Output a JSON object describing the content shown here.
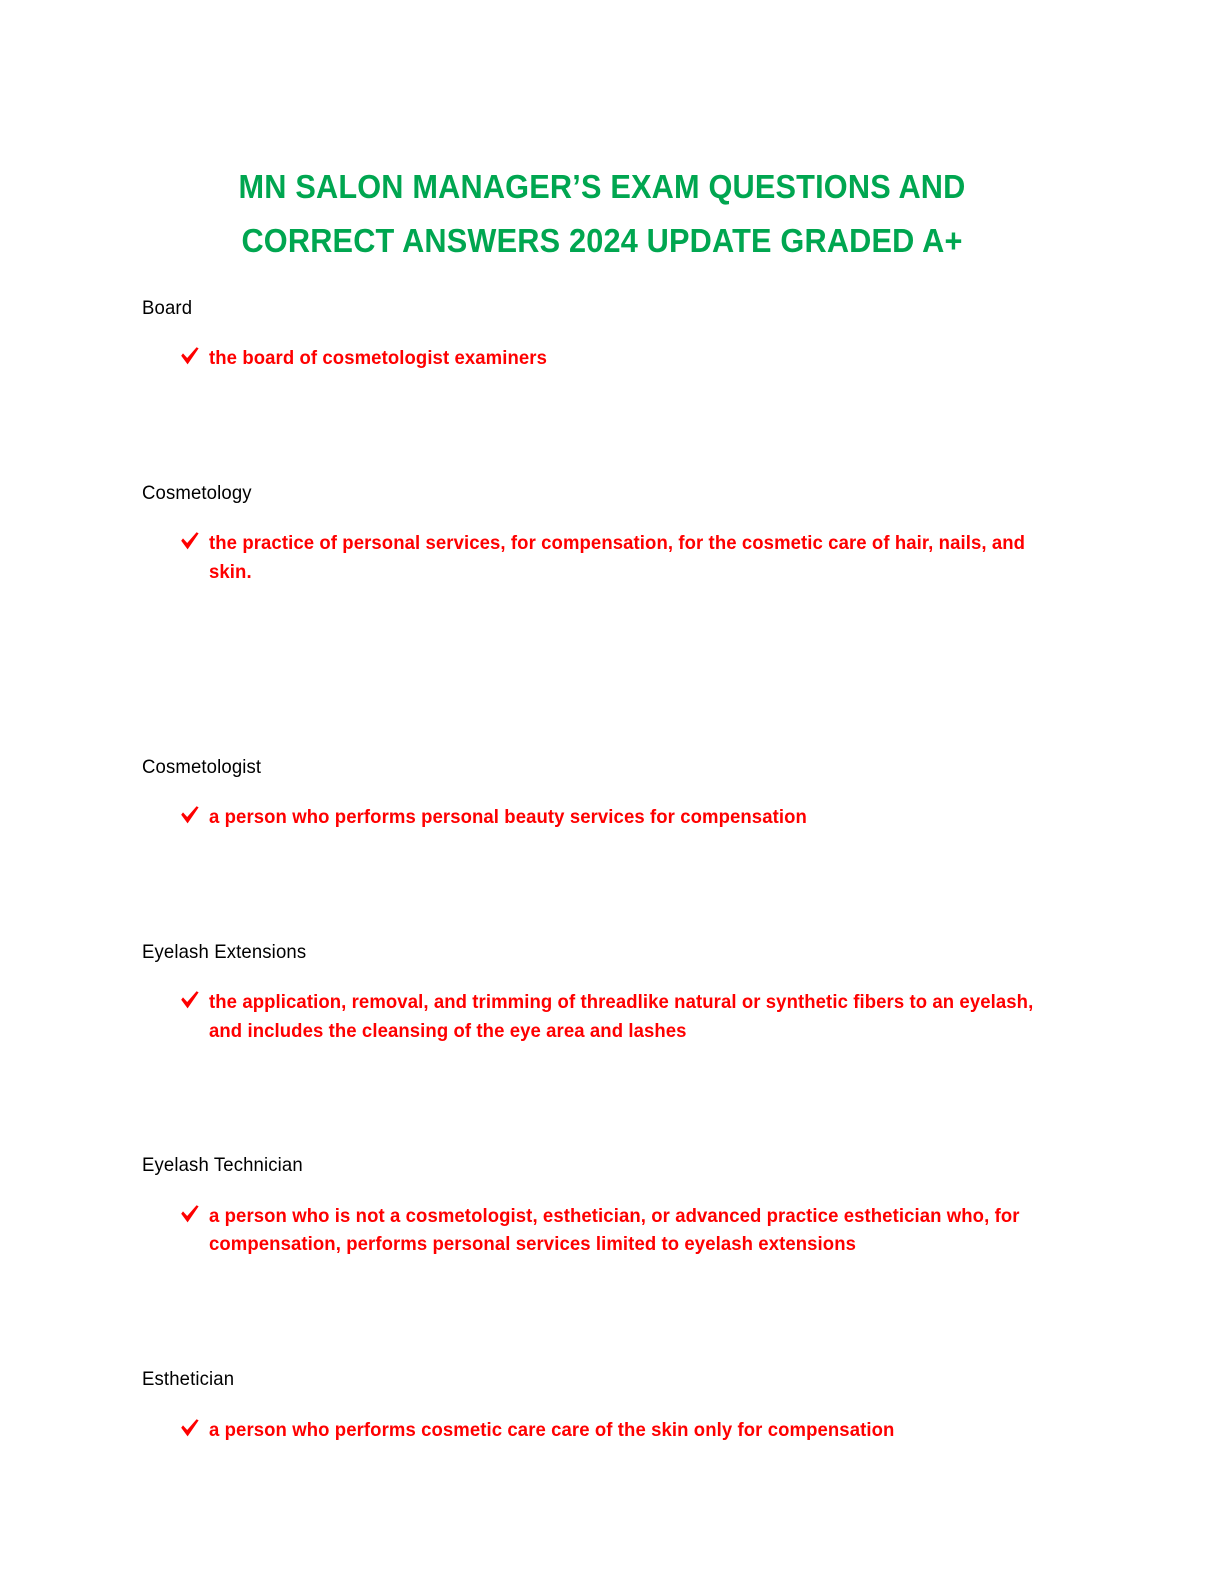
{
  "document": {
    "title": "MN SALON MANAGER’S EXAM QUESTIONS AND CORRECT ANSWERS 2024 UPDATE GRADED A+",
    "title_color": "#00a650",
    "answer_color": "#fe0000",
    "term_color": "#000000",
    "page_background": "#ffffff",
    "bullet_icon": "check-icon"
  },
  "entries": [
    {
      "term": "Board",
      "answer": "the board of cosmetologist examiners"
    },
    {
      "term": "Cosmetology",
      "answer": "the practice of personal services, for compensation, for the cosmetic care of hair, nails, and skin."
    },
    {
      "term": "Cosmetologist",
      "answer": "a person who performs personal beauty services for compensation"
    },
    {
      "term": "Eyelash Extensions",
      "answer": "the application, removal, and trimming of threadlike natural or synthetic fibers to an eyelash, and includes the cleansing of the eye area and lashes"
    },
    {
      "term": "Eyelash Technician",
      "answer": "a person who is not a cosmetologist, esthetician, or advanced practice esthetician who, for compensation, performs personal services limited to eyelash extensions"
    },
    {
      "term": "Esthetician",
      "answer": "a person who performs cosmetic care care of the skin only for compensation"
    }
  ]
}
